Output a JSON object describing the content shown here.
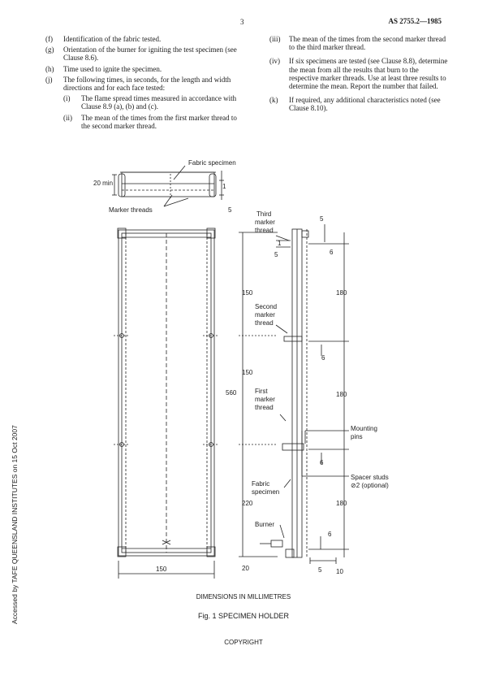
{
  "header": {
    "page_number": "3",
    "doc_ref": "AS 2755.2—1985"
  },
  "left_items": [
    {
      "label": "(f)",
      "text": "Identification of the fabric tested."
    },
    {
      "label": "(g)",
      "text": "Orientation of the burner for igniting the test specimen (see Clause 8.6)."
    },
    {
      "label": "(h)",
      "text": "Time used to ignite the specimen."
    },
    {
      "label": "(j)",
      "text": "The following times, in seconds, for the length and width directions and for each face tested:"
    }
  ],
  "sub_items": [
    {
      "label": "(i)",
      "text": "The flame spread times measured in accordance with Clause 8.9 (a), (b) and (c)."
    },
    {
      "label": "(ii)",
      "text": "The mean of the times from the first marker thread to the second marker thread."
    }
  ],
  "right_items": [
    {
      "label": "(iii)",
      "text": "The mean of the times from the second marker thread to the third marker thread."
    },
    {
      "label": "(iv)",
      "text": "If six specimens are tested (see Clause 8.8), determine the mean from all the results that burn to the respective marker threads. Use at least three results to determine the mean. Report the number that failed."
    },
    {
      "label": "(k)",
      "text": "If required, any additional characteristics noted (see Clause 8.10)."
    }
  ],
  "figure": {
    "top_labels": {
      "fabric_specimen": "Fabric specimen",
      "twenty_min": "20 min",
      "marker_threads": "Marker threads",
      "five": "5"
    },
    "side_labels": {
      "third_marker": [
        "Third",
        "marker",
        "thread"
      ],
      "second_marker": [
        "Second",
        "marker",
        "thread"
      ],
      "first_marker": [
        "First",
        "marker",
        "thread"
      ],
      "mounting_pins": [
        "Mounting",
        "pins"
      ],
      "spacer_studs": [
        "Spacer studs",
        "⊘2 (optional)"
      ],
      "fabric_specimen": [
        "Fabric",
        "specimen"
      ],
      "burner": "Burner"
    },
    "dims": {
      "d150_upper": "150",
      "d150_lower": "150",
      "d560": "560",
      "d220": "220",
      "d20": "20",
      "d180_a": "180",
      "d180_b": "180",
      "d180_c": "180",
      "d5_top": "5",
      "d6_a": "6",
      "d6_b": "6",
      "d6_c": "6",
      "d6_d": "6",
      "d1": "1",
      "d5_small": "5",
      "d5_bottom": "5",
      "d10": "10",
      "d150_width": "150",
      "d1_top": "1"
    }
  },
  "captions": {
    "dimensions": "DIMENSIONS IN MILLIMETRES",
    "figure": "Fig. 1 SPECIMEN HOLDER",
    "copyright": "COPYRIGHT"
  },
  "side_note": "Accessed by TAFE QUEENSLAND INSTITUTES on 15 Oct 2007"
}
